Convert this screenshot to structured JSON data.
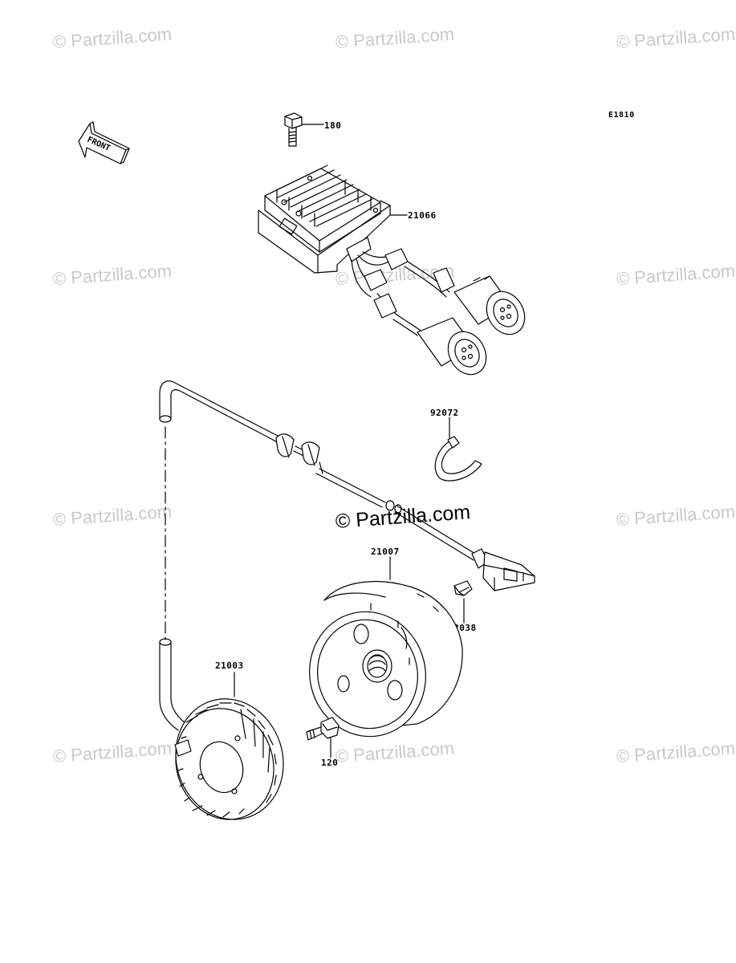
{
  "diagram_code": "E1810",
  "front_label": "FRONT",
  "watermark_text": "© Partzilla.com",
  "watermark_main": "© Partzilla.com",
  "parts": [
    {
      "id": "180"
    },
    {
      "id": "21066"
    },
    {
      "id": "92072"
    },
    {
      "id": "21007"
    },
    {
      "id": "92038"
    },
    {
      "id": "21003"
    },
    {
      "id": "120"
    }
  ],
  "colors": {
    "line": "#000000",
    "watermark": "#c9c9c9",
    "background": "#ffffff"
  }
}
